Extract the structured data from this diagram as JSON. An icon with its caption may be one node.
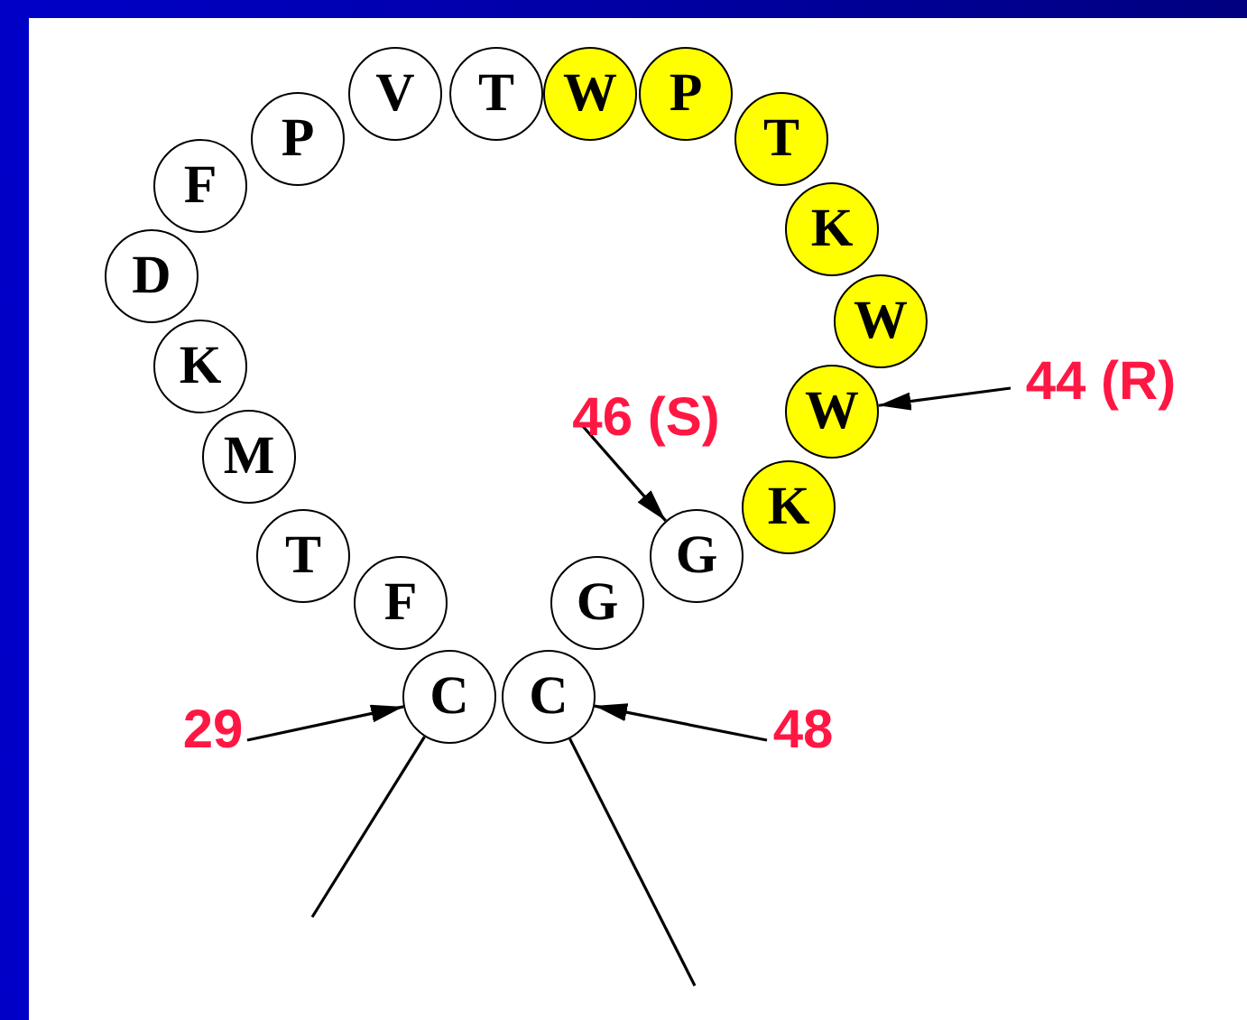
{
  "diagram": {
    "nodes": [
      {
        "text": [
          "C"
        ]
      },
      {
        "text": [
          "F"
        ]
      },
      {
        "text": [
          "T"
        ]
      },
      {
        "text": [
          "M"
        ]
      },
      {
        "text": [
          "K"
        ]
      },
      {
        "text": [
          "D"
        ]
      },
      {
        "text": [
          "F"
        ]
      },
      {
        "text": [
          "P"
        ]
      },
      {
        "text": [
          "V"
        ]
      },
      {
        "text": [
          "T"
        ]
      },
      {
        "text": [
          "W"
        ]
      },
      {
        "text": [
          "P"
        ]
      },
      {
        "text": [
          "T"
        ]
      },
      {
        "text": [
          "K"
        ]
      },
      {
        "text": [
          "W"
        ]
      },
      {
        "text": [
          "W"
        ]
      },
      {
        "text": [
          "K"
        ]
      },
      {
        "text": [
          "G"
        ]
      },
      {
        "text": [
          "G"
        ]
      },
      {
        "text": [
          "C"
        ]
      },
      {
        "text": [
          "29"
        ]
      },
      {
        "text": [
          "48"
        ]
      },
      {
        "text": [
          "44 (R)"
        ]
      },
      {
        "text": [
          "46 (S)"
        ]
      }
    ],
    "edges": [
      {
        "from": 20,
        "to": 0,
        "arrow": "to"
      },
      {
        "from": 21,
        "to": 19,
        "arrow": "to"
      },
      {
        "from": 22,
        "to": 15,
        "arrow": "to"
      },
      {
        "from": 23,
        "to": 17,
        "arrow": "to"
      },
      {
        "from": 0,
        "to": null,
        "arrow": "none"
      },
      {
        "from": 19,
        "to": null,
        "arrow": "none"
      }
    ]
  }
}
